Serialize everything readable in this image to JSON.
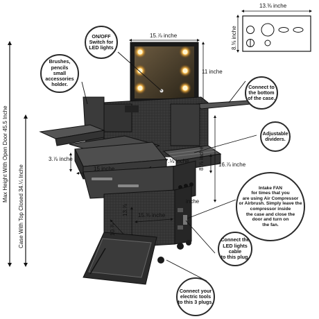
{
  "callouts": {
    "switch": "ON/OFF\nSwitch for\nLED lights",
    "brushes": "Brushes, pencils\nsmall\naccessories\nholder.",
    "connect_bottom": "Connect to\nthe bottom\nof the case.",
    "dividers": "Adjustable\ndividers.",
    "fan": "Intake FAN\nfor times that you\nare using Air Compressor\nor Airbrush. Simply leave the\ncompressor inside\nthe case and close the\ndoor and turn on\nthe fan.",
    "led_plug": "Connect the\nLED lights\ncable\nto this plug.",
    "electric": "Connect your\nelectric tools\nto this 3 plugs."
  },
  "dimensions": {
    "top_width": "13.⅜ inche",
    "top_depth": "8.⅜ inche",
    "mirror_width": "15.⅞ inche",
    "mirror_height": "11  inche",
    "tray_depth": "3.⅞ inche",
    "tray_width": "15 inche",
    "side_tray_width": "7.⅛ inche",
    "side_tray_depth": "8.⅞ inche",
    "case_depth": "16.⅞ inche",
    "base_height": "13.⅞",
    "base_width": "15.⅜ inche",
    "base_depth": "10.⅞",
    "inche_label": "inche",
    "max_height": "Max Height With Open Door  45.5 Inche",
    "closed_height": "Case With Top Closed  34.¼ Inche"
  },
  "colors": {
    "case_dark": "#2b2b2b",
    "case_mid": "#4a4a4a",
    "case_light": "#6a6a6a",
    "led_glow": "#f5b84a",
    "outline": "#1a1a1a"
  }
}
